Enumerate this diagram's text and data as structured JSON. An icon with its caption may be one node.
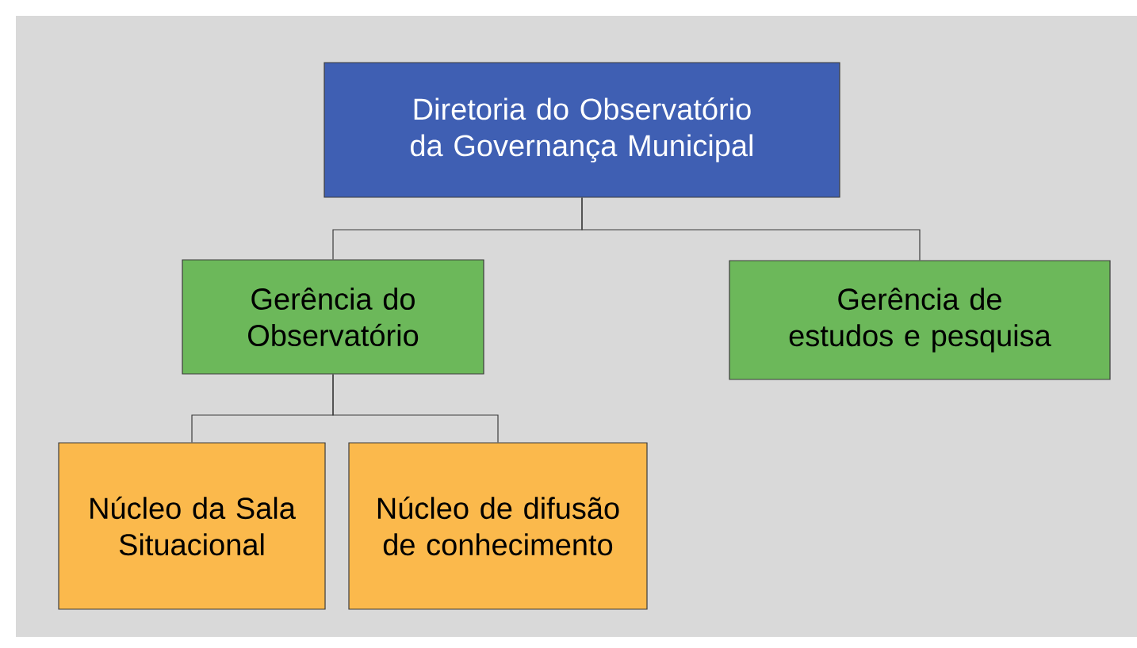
{
  "diagram": {
    "nodes": [
      {
        "text": [
          "Diretoria do Observatório da Governança Municipal"
        ]
      },
      {
        "text": [
          "Gerência do Observatório"
        ]
      },
      {
        "text": [
          "Gerência de estudos e pesquisa"
        ]
      },
      {
        "text": [
          "Núcleo da Sala Situacional"
        ]
      },
      {
        "text": [
          "Núcleo de difusão de conhecimento"
        ]
      }
    ],
    "edges": [
      {
        "from": 0,
        "to": 1,
        "arrow": "none"
      },
      {
        "from": 0,
        "to": 2,
        "arrow": "none"
      },
      {
        "from": 1,
        "to": 3,
        "arrow": "none"
      },
      {
        "from": 1,
        "to": 4,
        "arrow": "none"
      }
    ]
  }
}
